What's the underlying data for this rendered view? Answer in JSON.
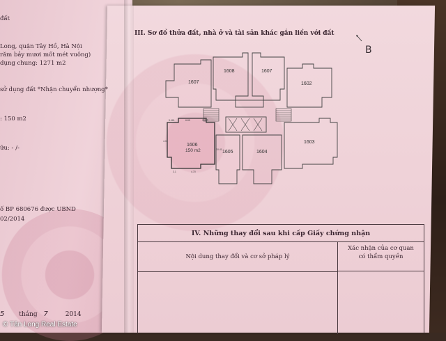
{
  "left_page": {
    "lines": [
      "đất",
      "Long, quận Tây Hồ, Hà Nội",
      "răm bảy mươi mốt mét vuông)",
      "dụng chung:  1271  m2",
      "sử dụng đất *Nhận chuyển nhượng*",
      ": 150 m2",
      "ữu:  - /-",
      "ố BP 680676 được UBND",
      "02/2014"
    ],
    "date": {
      "prefix": "5",
      "month_label": "tháng",
      "month": "7",
      "year": "2014"
    }
  },
  "section3": {
    "heading": "III. Sơ đồ thửa đất, nhà ở và tài sản khác gắn liền với đất",
    "mark": "B"
  },
  "floor_plan": {
    "rooms": [
      {
        "id": "1607a",
        "label": "1607"
      },
      {
        "id": "1608",
        "label": "1608"
      },
      {
        "id": "1607b",
        "label": "1607"
      },
      {
        "id": "1602",
        "label": "1602"
      },
      {
        "id": "1606",
        "label": "1606"
      },
      {
        "id": "1605",
        "label": "1605"
      },
      {
        "id": "1604",
        "label": "1604"
      },
      {
        "id": "1603",
        "label": "1603"
      }
    ],
    "highlight_area": "150 m2",
    "dimensions": [
      "5.461",
      "6.85",
      "3.465",
      "4.31",
      "10.41",
      "3.1",
      "4.70"
    ]
  },
  "section4": {
    "title": "IV. Những thay đổi sau khi cấp Giấy chứng nhận",
    "col_left": "Nội dung thay đổi và cơ sở pháp lý",
    "col_right_line1": "Xác nhận của cơ quan",
    "col_right_line2": "có thẩm quyền"
  },
  "watermark": "© Tân Long Real Estate"
}
